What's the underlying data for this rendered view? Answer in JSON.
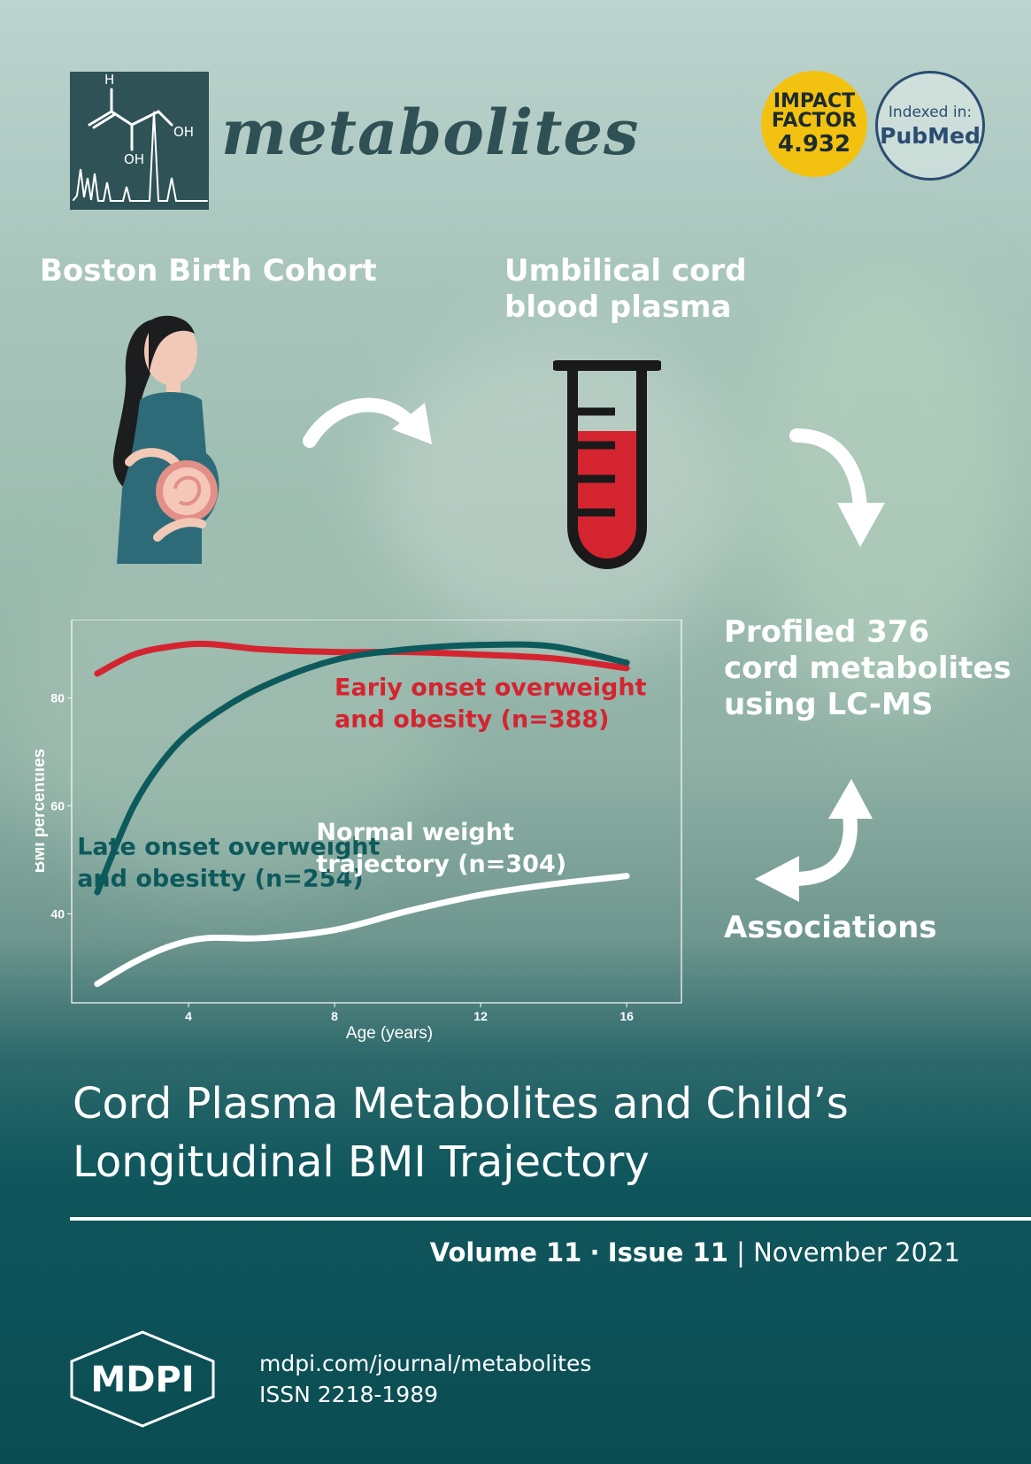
{
  "journal": {
    "name": "metabolites",
    "logo_labels": {
      "h": "H",
      "oh1": "OH",
      "oh2": "OH"
    }
  },
  "badges": {
    "impact": {
      "line1": "IMPACT",
      "line2": "FACTOR",
      "value": "4.932"
    },
    "pubmed": {
      "line1": "Indexed in:",
      "line2": "PubMed"
    }
  },
  "workflow": {
    "cohort": "Boston Birth Cohort",
    "sample_line1": "Umbilical cord",
    "sample_line2": "blood plasma",
    "profiled_line1": "Profiled 376",
    "profiled_line2": "cord metabolites",
    "profiled_line3": "using LC-MS",
    "associations": "Associations"
  },
  "chart_data": {
    "type": "line",
    "xlabel": "Age (years)",
    "ylabel": "BMI percentiles",
    "xlim": [
      0.8,
      17.5
    ],
    "ylim": [
      23.5,
      94.5
    ],
    "xticks": [
      4,
      8,
      12,
      16
    ],
    "yticks": [
      40,
      60,
      80
    ],
    "grid": false,
    "series": [
      {
        "name": "Eariy onset overweight and obesity (n=388)",
        "label_line1": "Eariy onset overweight",
        "label_line2": "and obesity (n=388)",
        "color": "#d42430",
        "x": [
          1.5,
          2.5,
          3.5,
          4.5,
          6,
          8,
          10,
          12,
          14,
          16
        ],
        "y": [
          84.5,
          88,
          89.5,
          90,
          89,
          88.5,
          88.5,
          88,
          87.3,
          85.5
        ]
      },
      {
        "name": "Late onset overweight and obesitty (n=254)",
        "label_line1": "Late onset overweight",
        "label_line2": "and obesitty (n=254)",
        "color": "#0d5a5c",
        "x": [
          1.5,
          2.5,
          3.5,
          4.5,
          6,
          8,
          10,
          12,
          14,
          16
        ],
        "y": [
          44,
          60,
          70,
          76,
          82,
          87,
          89,
          89.8,
          89.5,
          86.5
        ]
      },
      {
        "name": "Normal weight trajectory (n=304)",
        "label_line1": "Normal weight",
        "label_line2": "trajectory (n=304)",
        "color": "#ffffff",
        "x": [
          1.5,
          2.5,
          3.5,
          4.5,
          6,
          8,
          10,
          12,
          14,
          16
        ],
        "y": [
          27,
          31,
          34,
          35.5,
          35.5,
          37,
          40.5,
          43.5,
          45.5,
          47
        ]
      }
    ]
  },
  "title": {
    "line1": "Cord Plasma Metabolites and Child’s",
    "line2": "Longitudinal BMI Trajectory"
  },
  "issue": {
    "volume": "Volume 11",
    "sep1": "·",
    "issue": "Issue 11",
    "sep2": "|",
    "date": "November 2021"
  },
  "publisher": {
    "logo": "MDPI",
    "url": "mdpi.com/journal/metabolites",
    "issn": "ISSN 2218-1989"
  },
  "icons": {
    "mother": "pregnant-woman-icon",
    "arrow1": "curved-arrow-right-icon",
    "tube": "test-tube-icon",
    "arrow2": "curved-arrow-down-icon",
    "arrow3": "double-curved-arrow-icon"
  },
  "colors": {
    "teal_dark": "#0a4c52",
    "red": "#d42430",
    "yellow": "#f3c10f",
    "pubmed_blue": "#2a4d72"
  }
}
